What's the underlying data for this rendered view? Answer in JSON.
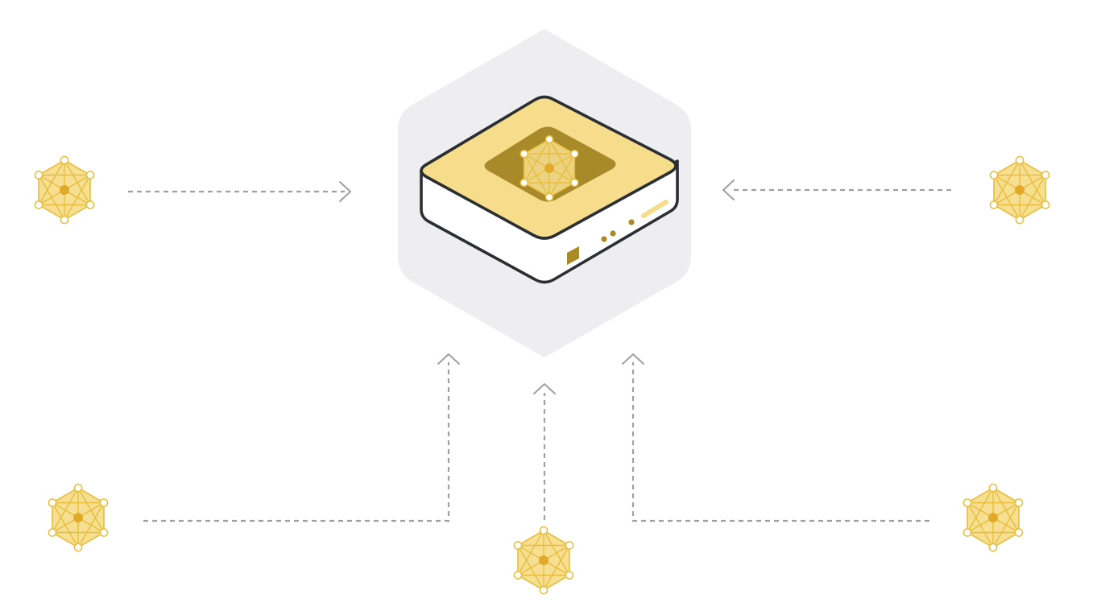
{
  "colors": {
    "background": "#ffffff",
    "hexagon_bg": "#eeeef0",
    "device_top": "#f6dd8c",
    "device_body": "#ffffff",
    "device_outline": "#2b2e33",
    "device_port": "#a98a25",
    "chip_inner": "#a88a2a",
    "node_fill": "#f7df92",
    "node_stroke": "#e7bd3b",
    "node_center": "#e2a82a",
    "connector": "#9ea0a8"
  },
  "icons": {
    "hub": "device-hub-icon",
    "node": "network-node-icon",
    "arrow": "chevron-arrow-icon"
  },
  "nodes": [
    {
      "id": "top-left",
      "icon": "network-node-icon"
    },
    {
      "id": "top-right",
      "icon": "network-node-icon"
    },
    {
      "id": "bottom-left",
      "icon": "network-node-icon"
    },
    {
      "id": "bottom-center",
      "icon": "network-node-icon"
    },
    {
      "id": "bottom-right",
      "icon": "network-node-icon"
    }
  ],
  "connections": [
    {
      "from": "top-left",
      "to": "hub"
    },
    {
      "from": "top-right",
      "to": "hub"
    },
    {
      "from": "bottom-left",
      "to": "hub"
    },
    {
      "from": "bottom-center",
      "to": "hub"
    },
    {
      "from": "bottom-right",
      "to": "hub"
    }
  ]
}
